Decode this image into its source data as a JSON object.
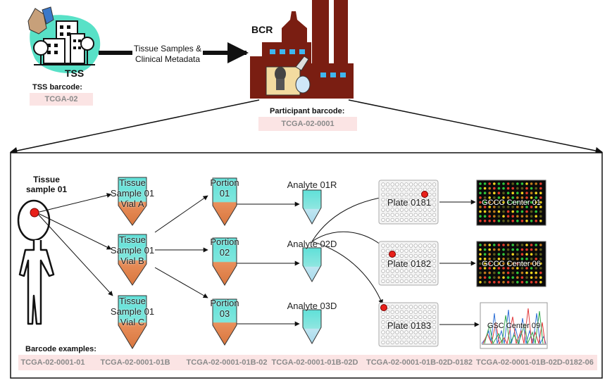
{
  "top": {
    "bcr_label": "BCR",
    "tss_label": "TSS",
    "arrow_label_line1": "Tissue Samples &",
    "arrow_label_line2": "Clinical Metadata",
    "tss_barcode_title": "TSS barcode:",
    "tss_barcode_value": "TCGA-02",
    "participant_barcode_title": "Participant barcode:",
    "participant_barcode_value": "TCGA-02-0001"
  },
  "panel": {
    "person_label_line1": "Tissue",
    "person_label_line2": "sample 01",
    "vials": [
      {
        "line1": "Tissue",
        "line2": "Sample 01",
        "line3": "Vial A"
      },
      {
        "line1": "Tissue",
        "line2": "Sample 01",
        "line3": "Vial B"
      },
      {
        "line1": "Tissue",
        "line2": "Sample 01",
        "line3": "Vial C"
      }
    ],
    "portions": [
      {
        "line1": "Portion",
        "line2": "01"
      },
      {
        "line1": "Portion",
        "line2": "02"
      },
      {
        "line1": "Portion",
        "line2": "03"
      }
    ],
    "analytes": [
      "Analyte 01R",
      "Analyte 02D",
      "Analyte 03D"
    ],
    "plates": [
      "Plate 0181",
      "Plate 0182",
      "Plate 0183"
    ],
    "centers": [
      "GCCC Center 01",
      "GCCC Center 06",
      "GSC Center 09"
    ],
    "barcode_examples_title": "Barcode examples:",
    "barcode_examples": [
      "TCGA-02-0001-01",
      "TCGA-02-0001-01B",
      "TCGA-02-0001-01B-02",
      "TCGA-02-0001-01B-02D",
      "TCGA-02-0001-01B-02D-0182",
      "TCGA-02-0001-01B-02D-0182-06"
    ]
  },
  "colors": {
    "factory": "#7a1e12",
    "window": "#3fb6f0",
    "tube_top": "#5fe0d8",
    "tube_vial_bottom": "#e9905c",
    "tube_analyte_bottom": "#bfe6f2",
    "marker_red": "#e8201a",
    "pink_highlight": "#fbe4e4",
    "barcode_text": "#8a8a8a"
  }
}
